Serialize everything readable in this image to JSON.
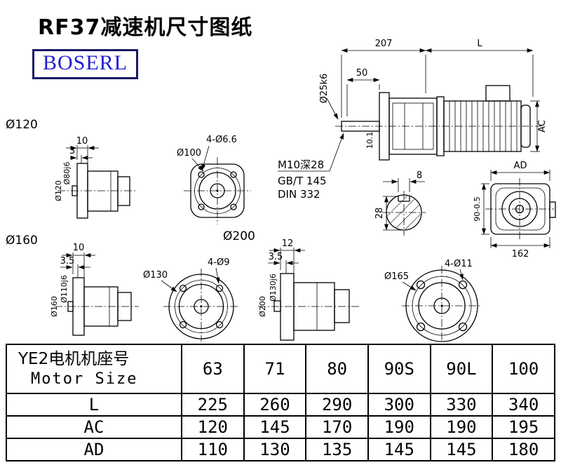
{
  "title": "RF37减速机尺寸图纸",
  "logo": {
    "text": "BOSERL"
  },
  "colors": {
    "logo_text": "#1f1fcf",
    "logo_border": "#1a1a66",
    "line": "#000000",
    "background": "#ffffff"
  },
  "drawings": {
    "main_view": {
      "dim_207": "207",
      "dim_L": "L",
      "dim_50": "50",
      "shaft_label": "Ø25k6",
      "dim_101": "10.1",
      "dim_AC": "AC",
      "tap_note_line1": "M10深28",
      "tap_note_line2": "GB/T 145",
      "tap_note_line3": "DIN 332"
    },
    "keyway_section": {
      "dim_8": "8",
      "dim_28": "28"
    },
    "rear_view": {
      "dim_AD": "AD",
      "dim_90": "90-0.5",
      "dim_162": "162"
    },
    "unit120": {
      "section_label": "Ø120",
      "dim_10": "10",
      "dim_3": "3",
      "flange_dia": "Ø120",
      "spigot_dia": "Ø80j6",
      "flange_front": {
        "bolt_circle": "Ø100",
        "holes": "4-Ø6.6"
      }
    },
    "unit160": {
      "section_label": "Ø160",
      "dim_10": "10",
      "dim_35": "3.5",
      "flange_dia": "Ø160",
      "spigot_dia": "Ø110j6",
      "flange_front": {
        "bolt_circle": "Ø130",
        "holes": "4-Ø9"
      }
    },
    "unit200": {
      "section_label": "Ø200",
      "dim_12": "12",
      "dim_35": "3.5",
      "flange_dia": "Ø200",
      "spigot_dia": "Ø130j6",
      "flange_front": {
        "bolt_circle": "Ø165",
        "holes": "4-Ø11"
      }
    }
  },
  "table": {
    "header": {
      "label_line1": "YE2电机机座号",
      "label_line2": "Motor Size",
      "sizes": [
        "63",
        "71",
        "80",
        "90S",
        "90L",
        "100"
      ]
    },
    "rows": [
      {
        "label": "L",
        "values": [
          "225",
          "260",
          "290",
          "300",
          "330",
          "340"
        ]
      },
      {
        "label": "AC",
        "values": [
          "120",
          "145",
          "170",
          "190",
          "190",
          "195"
        ]
      },
      {
        "label": "AD",
        "values": [
          "110",
          "130",
          "135",
          "145",
          "145",
          "180"
        ]
      }
    ]
  }
}
